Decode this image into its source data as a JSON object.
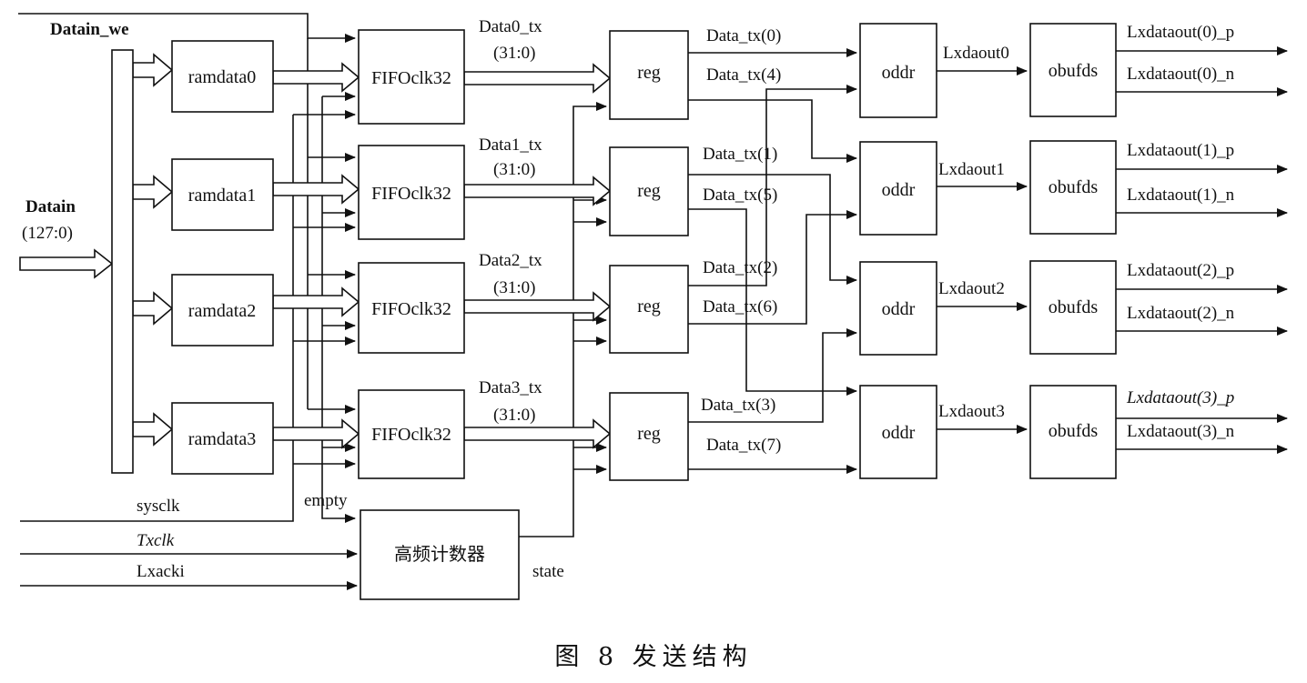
{
  "blocks": {
    "ramdata": [
      "ramdata0",
      "ramdata1",
      "ramdata2",
      "ramdata3"
    ],
    "fifo": "FIFOclk32",
    "reg": "reg",
    "oddr": "oddr",
    "obufds": "obufds",
    "counter": "高频计数器"
  },
  "signals": {
    "datain_we": "Datain_we",
    "datain": "Datain",
    "datain_width": "(127:0)",
    "sysclk": "sysclk",
    "txclk": "Txclk",
    "lxacki": "Lxacki",
    "empty": "empty",
    "state": "state",
    "width31": "(31:0)",
    "fifo_out": [
      "Data0_tx",
      "Data1_tx",
      "Data2_tx",
      "Data3_tx"
    ],
    "reg_out": [
      [
        "Data_tx(0)",
        "Data_tx(4)"
      ],
      [
        "Data_tx(1)",
        "Data_tx(5)"
      ],
      [
        "Data_tx(2)",
        "Data_tx(6)"
      ],
      [
        "Data_tx(3)",
        "Data_tx(7)"
      ]
    ],
    "oddr_out": [
      "Lxdaout0",
      "Lxdaout1",
      "Lxdaout2",
      "Lxdaout3"
    ],
    "outputs": [
      [
        "Lxdataout(0)_p",
        "Lxdataout(0)_n"
      ],
      [
        "Lxdataout(1)_p",
        "Lxdataout(1)_n"
      ],
      [
        "Lxdataout(2)_p",
        "Lxdataout(2)_n"
      ],
      [
        "Lxdataout(3)_p",
        "Lxdataout(3)_n"
      ]
    ]
  },
  "caption": "图 8  发送结构"
}
